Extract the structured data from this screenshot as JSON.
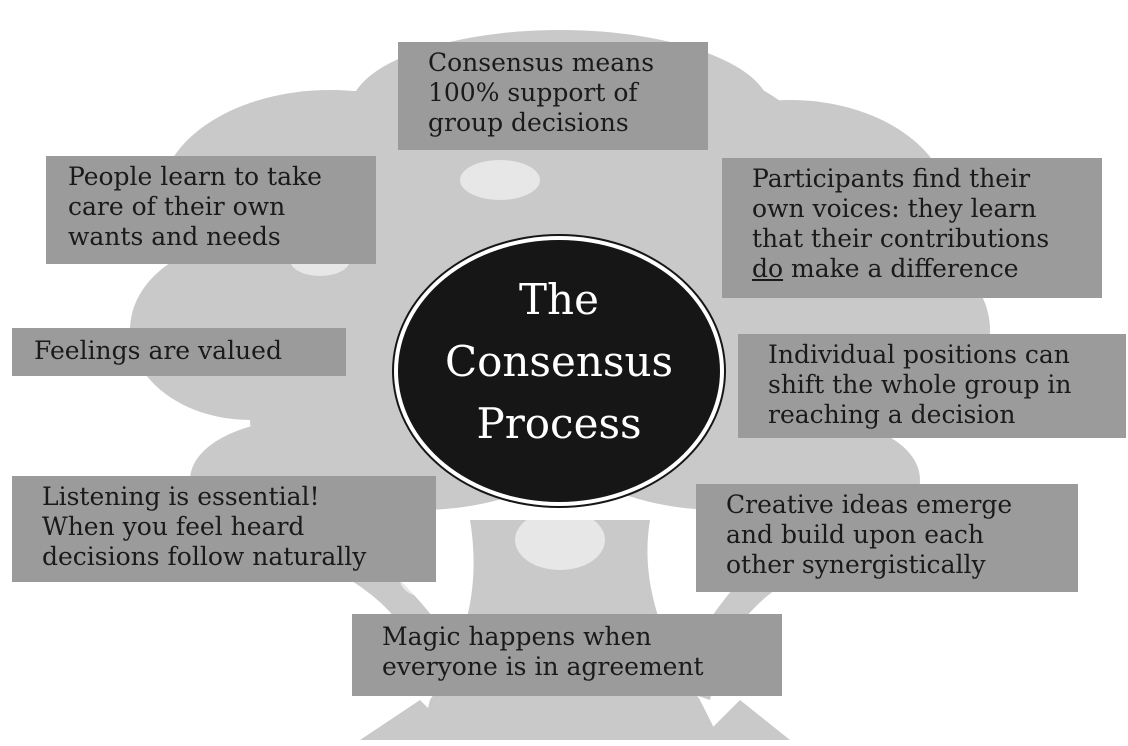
{
  "center": {
    "lines": [
      "The",
      "Consensus",
      "Process"
    ]
  },
  "boxes": {
    "top": {
      "lines": [
        "Consensus means",
        "100% support of",
        "group decisions"
      ]
    },
    "upper_left": {
      "lines": [
        "People learn to take",
        "care of their own",
        "wants and needs"
      ]
    },
    "upper_right": {
      "lines": [
        "Participants find their",
        "own voices: they learn",
        "that their contributions"
      ],
      "emphasis": "do",
      "last_line_rest": " make a difference"
    },
    "mid_left": {
      "lines": [
        "Feelings are valued"
      ]
    },
    "mid_right": {
      "lines": [
        "Individual positions can",
        "shift the whole group in",
        "reaching a decision"
      ]
    },
    "lower_left": {
      "lines": [
        "Listening is essential!",
        "When you feel heard",
        "decisions follow naturally"
      ]
    },
    "lower_right": {
      "lines": [
        "Creative ideas emerge",
        "and build upon each",
        "other synergistically"
      ]
    },
    "bottom": {
      "lines": [
        "Magic happens when",
        "everyone is in agreement"
      ]
    }
  },
  "colors": {
    "box_fill": "#9b9b9b",
    "tree": "#c9c9c9",
    "center_fill": "#161616",
    "center_text": "#ffffff"
  }
}
